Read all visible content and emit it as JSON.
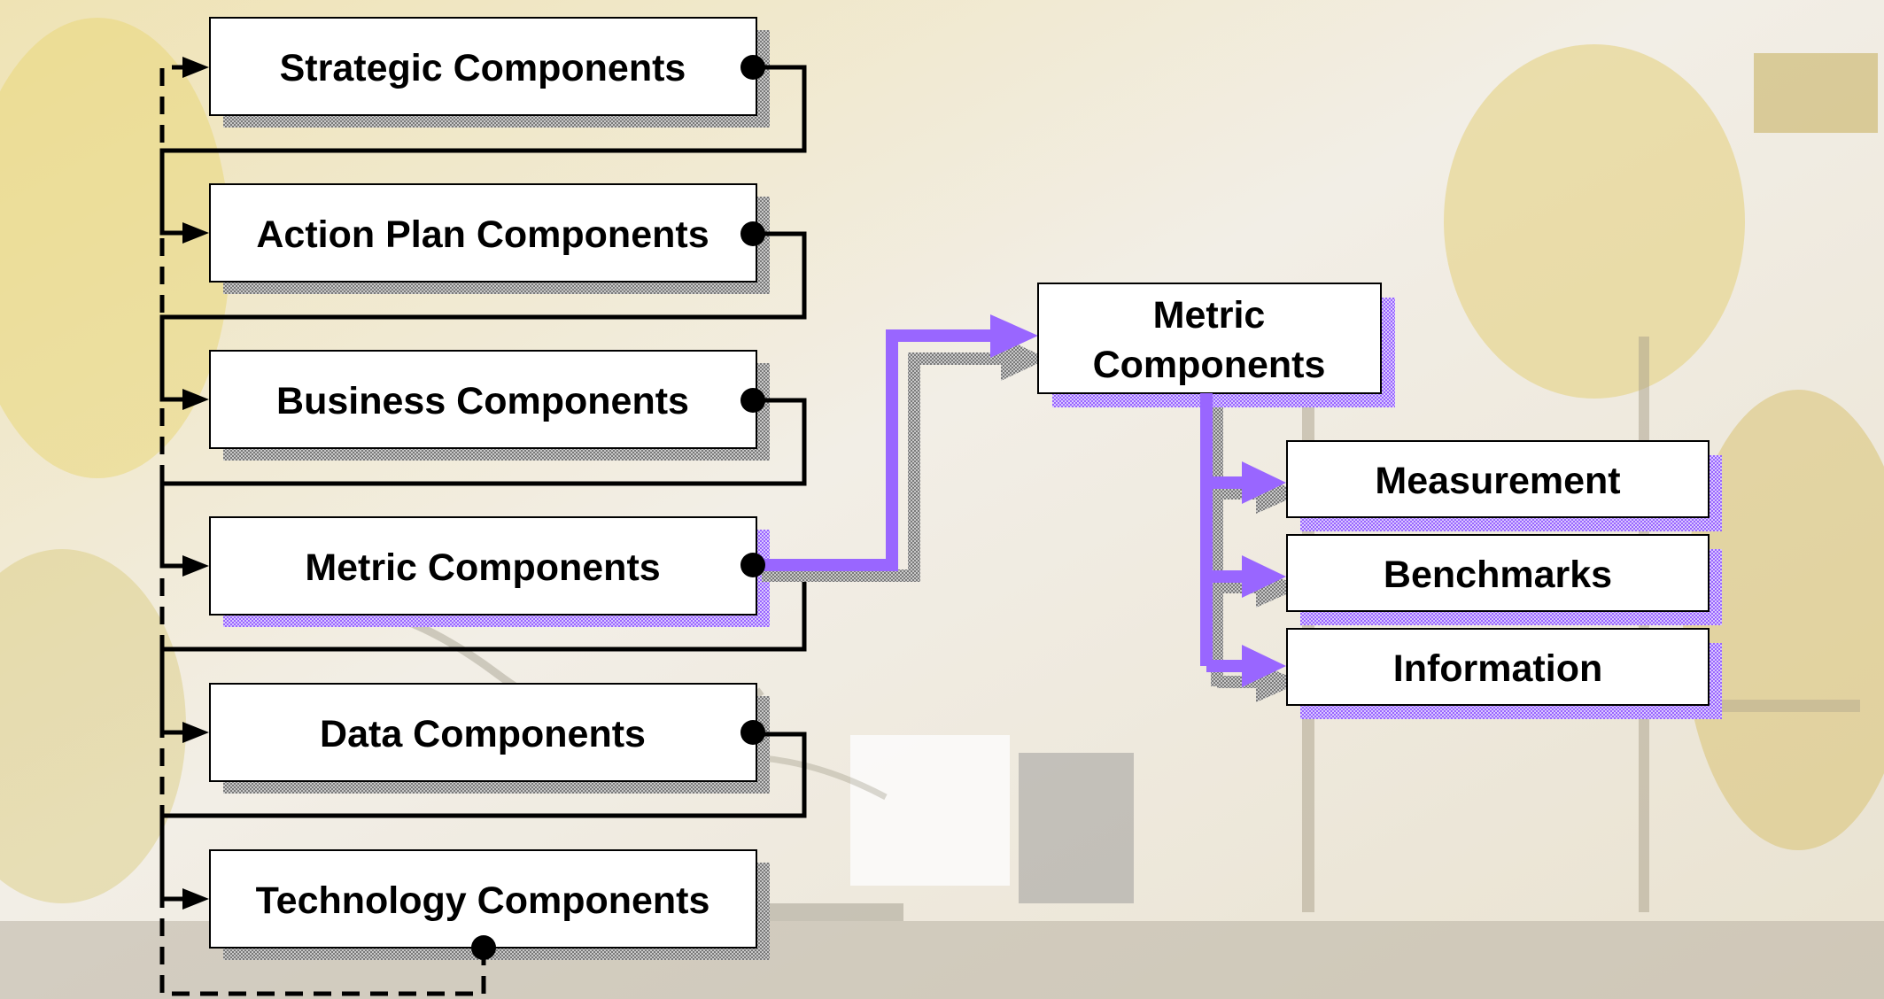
{
  "components": [
    {
      "label": "Strategic Components"
    },
    {
      "label": "Action Plan Components"
    },
    {
      "label": "Business Components"
    },
    {
      "label": "Metric Components",
      "highlighted": true
    },
    {
      "label": "Data Components"
    },
    {
      "label": "Technology Components"
    }
  ],
  "metric_node": {
    "line1": "Metric",
    "line2": "Components"
  },
  "sub_components": [
    {
      "label": "Measurement"
    },
    {
      "label": "Benchmarks"
    },
    {
      "label": "Information"
    }
  ],
  "colors": {
    "highlight": "#9966ff",
    "shadow": "#8c8c8c",
    "connector": "#000000",
    "box_fill": "#ffffff"
  }
}
